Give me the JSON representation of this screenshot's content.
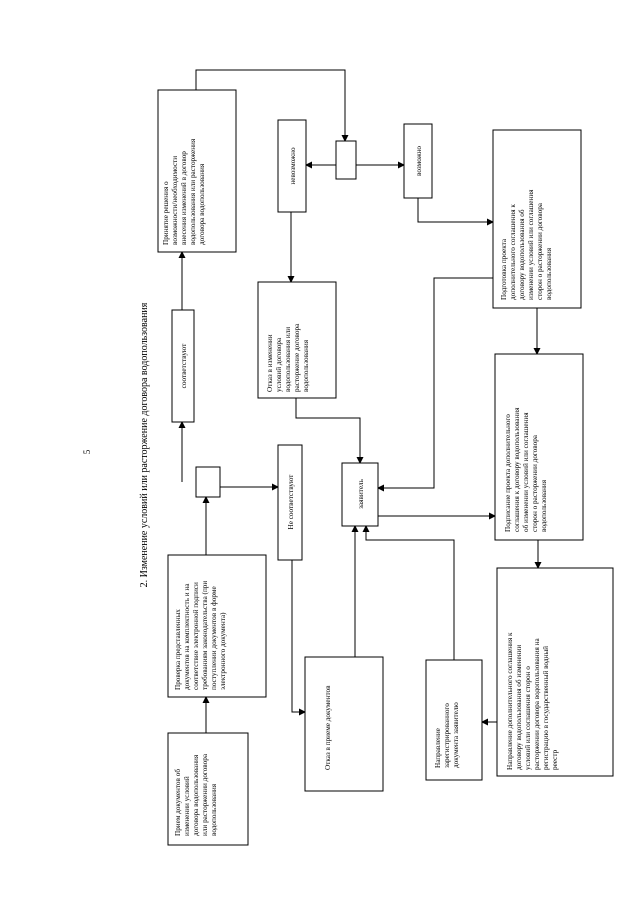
{
  "page_number": "5",
  "section_title": "2. Изменение условий или расторжение договора водопользования",
  "nodes": {
    "n1": [
      "Прием документов об",
      "изменении условий",
      "договора водопользования",
      "или расторжении договора",
      "водопользования"
    ],
    "n2": [
      "Проверка представленных",
      "документов на комплектность и на",
      "соответствие электронной подписи",
      "требованиям законодательства (при",
      "поступлении документов в форме",
      "электронного документа)"
    ],
    "n3": [
      "соответствуют"
    ],
    "n4": [
      "Принятие решения о",
      "возможности/необходимости",
      "внесения изменений в договор",
      "водопользования или расторжения",
      "договора водопользования"
    ],
    "n5": [
      "Не соответствуют"
    ],
    "n6": [
      "Отказ в приеме документов"
    ],
    "n7": [
      "невозможно"
    ],
    "n8": [
      "возможно"
    ],
    "n9": [
      "Отказ в изменении",
      "условий договора",
      "водопользования или",
      "расторжение договора",
      "водопользования"
    ],
    "n10": [
      "Подготовка проекта",
      "дополнительного соглашения к",
      "договору водопользования об",
      "изменении условий или соглашения",
      "сторон о расторжении договора",
      "водопользования"
    ],
    "n11": [
      "заявитель"
    ],
    "n12": [
      "Подписание проекта дополнительного",
      "соглашения к договору водопользования",
      "об изменении условий или соглашения",
      "сторон о расторжении договора",
      "водопользования"
    ],
    "n13": [
      "Направление",
      "зарегистрированного",
      "документа заявителю"
    ],
    "n14": [
      "Направление дополнительного соглашения к",
      "договору водопользования об изменении",
      "условий или соглашения сторон о",
      "расторжении договора водопользования на",
      "регистрацию в государственный водный",
      "реестр"
    ]
  }
}
